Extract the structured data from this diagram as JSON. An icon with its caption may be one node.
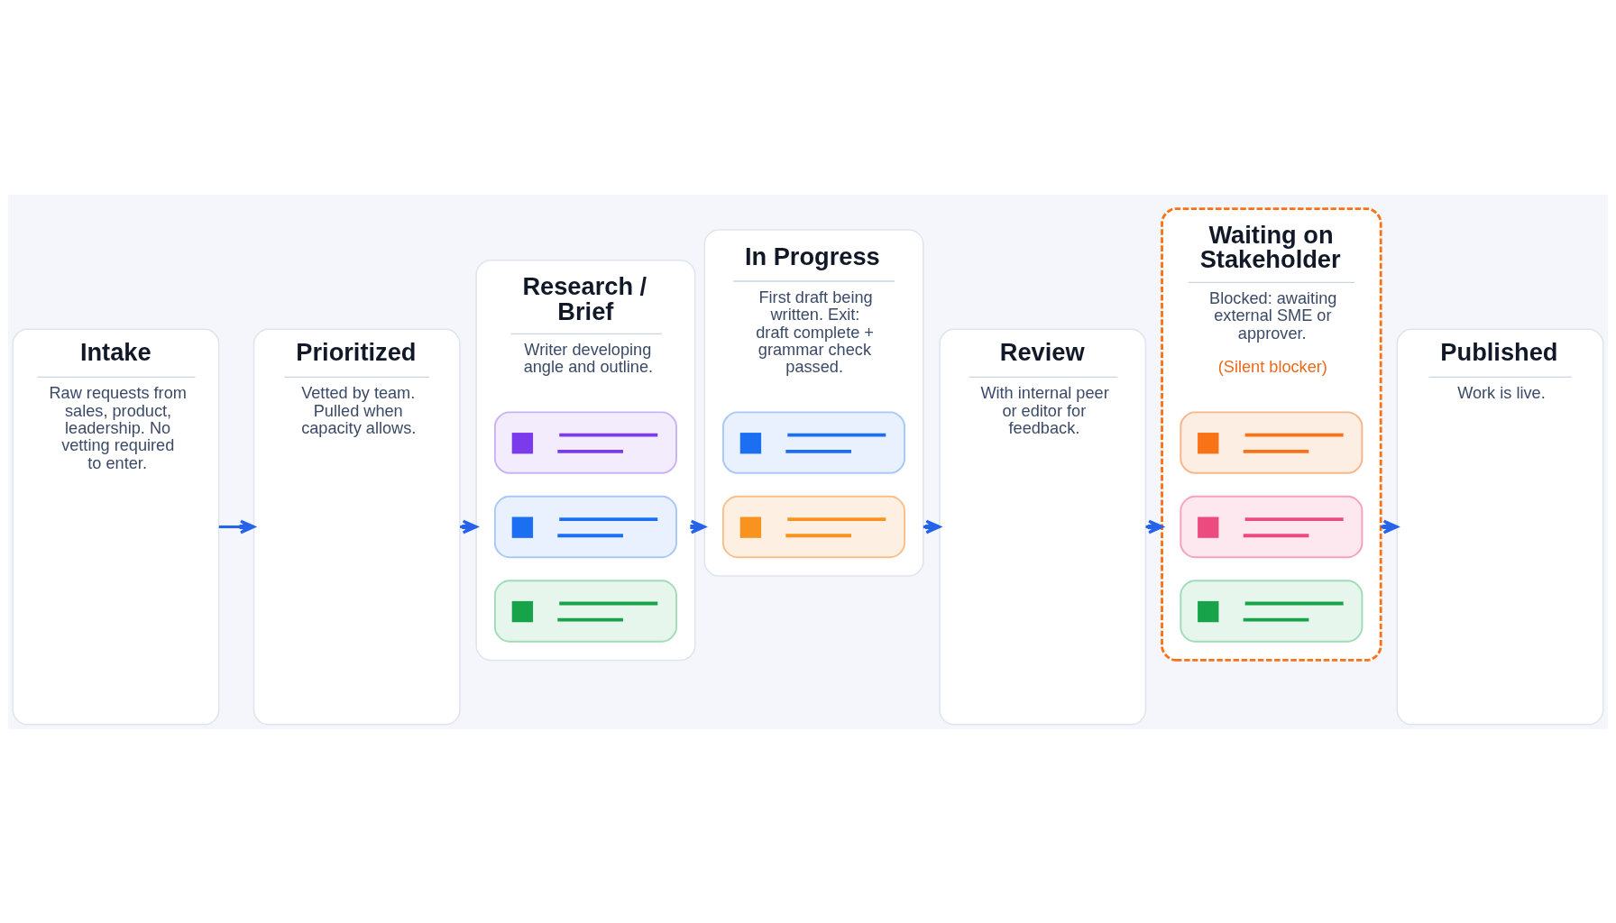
{
  "diagram": {
    "nodes": [
      {
        "text": [
          "Intake",
          "Raw requests from sales, product, leadership. No vetting required to enter."
        ]
      },
      {
        "text": [
          "Prioritized",
          "Vetted by team. Pulled when capacity allows."
        ]
      },
      {
        "text": [
          "Research / Brief",
          "Writer developing angle and outline."
        ]
      },
      {
        "text": [],
        "shape": "box",
        "in": 2
      },
      {
        "text": [],
        "shape": "box",
        "in": 2
      },
      {
        "text": [],
        "shape": "box",
        "in": 2
      },
      {
        "text": [
          "In Progress",
          "First draft being written. Exit: draft complete + grammar check passed."
        ]
      },
      {
        "text": [],
        "shape": "box",
        "in": 6
      },
      {
        "text": [],
        "shape": "box",
        "in": 6
      },
      {
        "text": [
          "Review",
          "With internal peer or editor for feedback."
        ]
      },
      {
        "text": [
          "Waiting on Stakeholder",
          "Blocked: awaiting external SME or approver.",
          "(Silent blocker)"
        ]
      },
      {
        "text": [],
        "shape": "box",
        "in": 10
      },
      {
        "text": [],
        "shape": "box",
        "in": 10
      },
      {
        "text": [],
        "shape": "box",
        "in": 10
      },
      {
        "text": [
          "Published",
          "Work is live."
        ]
      }
    ],
    "edges": [
      {
        "from": 0,
        "to": 1,
        "arrow": "to"
      },
      {
        "from": 1,
        "to": 2,
        "arrow": "to"
      },
      {
        "from": 2,
        "to": 6,
        "arrow": "to"
      },
      {
        "from": 6,
        "to": 9,
        "arrow": "to"
      },
      {
        "from": 9,
        "to": 10,
        "arrow": "to"
      },
      {
        "from": 10,
        "to": 14,
        "arrow": "to"
      }
    ]
  }
}
